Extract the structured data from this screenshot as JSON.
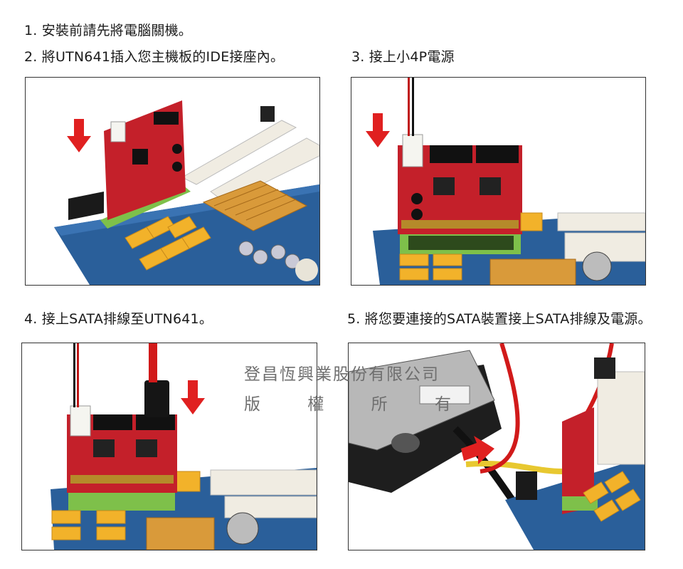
{
  "steps": [
    {
      "text": "1. 安裝前請先將電腦關機。"
    },
    {
      "text": "2. 將UTN641插入您主機板的IDE接座內。"
    },
    {
      "text": "3. 接上小4P電源"
    },
    {
      "text": "4. 接上SATA排線至UTN641。"
    },
    {
      "text": "5. 將您要連接的SATA裝置接上SATA排線及電源。"
    }
  ],
  "watermark": {
    "company": "登昌恆興業股份有限公司",
    "rights": [
      "版",
      "權",
      "所",
      "有"
    ]
  },
  "colors": {
    "board": "#2a5f9a",
    "card": "#c4202a",
    "sata_port": "#f2b22a",
    "slot": "#f0ece2",
    "ide_green": "#7ec04a",
    "arrow": "#e02020",
    "heatsink": "#d99a3a"
  }
}
